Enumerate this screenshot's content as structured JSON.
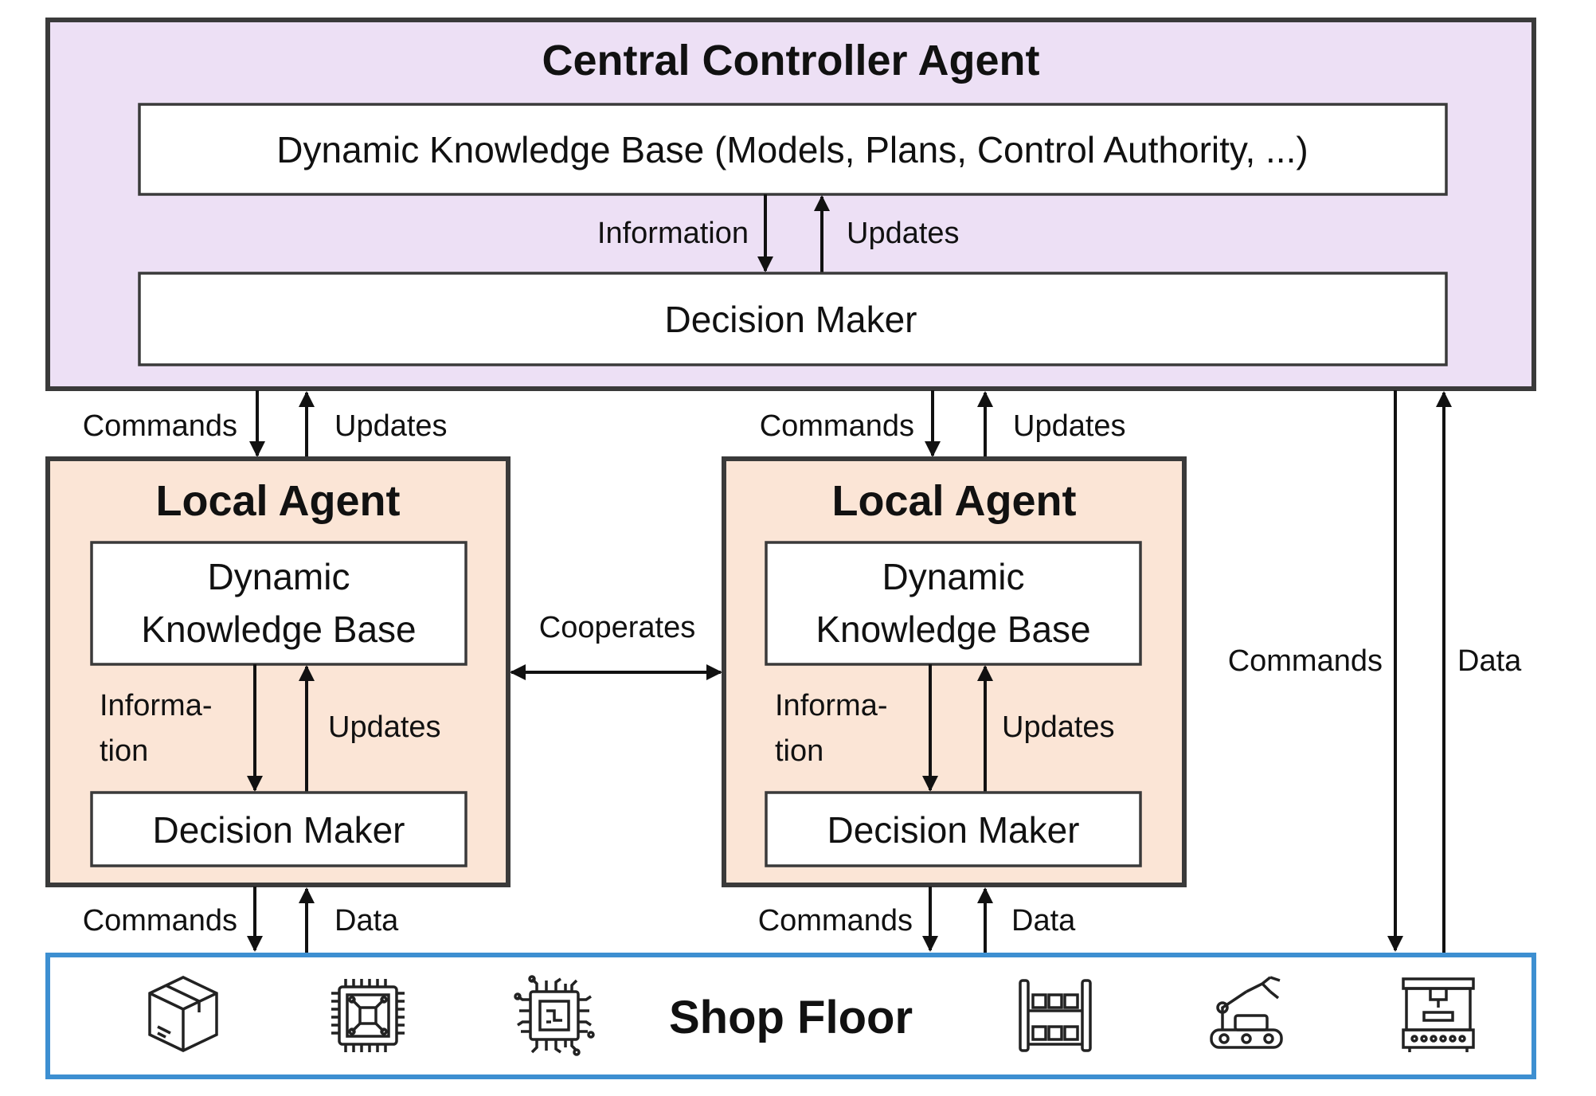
{
  "central": {
    "title": "Central Controller Agent",
    "kb": "Dynamic Knowledge Base (Models, Plans, Control Authority, ...)",
    "dm": "Decision Maker",
    "info_label": "Information",
    "updates_label": "Updates"
  },
  "links": {
    "left_commands": "Commands",
    "left_updates": "Updates",
    "mid_commands": "Commands",
    "mid_updates": "Updates",
    "far_commands": "Commands",
    "far_data": "Data",
    "cooperates": "Cooperates",
    "left_bottom_commands": "Commands",
    "left_bottom_data": "Data",
    "mid_bottom_commands": "Commands",
    "mid_bottom_data": "Data"
  },
  "local_agents": [
    {
      "title": "Local Agent",
      "kb_line1": "Dynamic",
      "kb_line2": "Knowledge Base",
      "dm": "Decision Maker",
      "info_line1": "Informa-",
      "info_line2": "tion",
      "updates": "Updates"
    },
    {
      "title": "Local Agent",
      "kb_line1": "Dynamic",
      "kb_line2": "Knowledge Base",
      "dm": "Decision Maker",
      "info_line1": "Informa-",
      "info_line2": "tion",
      "updates": "Updates"
    }
  ],
  "shop_floor": {
    "label": "Shop Floor",
    "icons": [
      "package-box-icon",
      "circuit-board-icon",
      "microchip-icon",
      "warehouse-shelf-icon",
      "robot-arm-icon",
      "cnc-machine-icon"
    ]
  },
  "colors": {
    "central_fill": "#ede0f5",
    "local_fill": "#fbe5d6",
    "border": "#3a3a3a",
    "shop_floor_border": "#3d8fd1"
  }
}
